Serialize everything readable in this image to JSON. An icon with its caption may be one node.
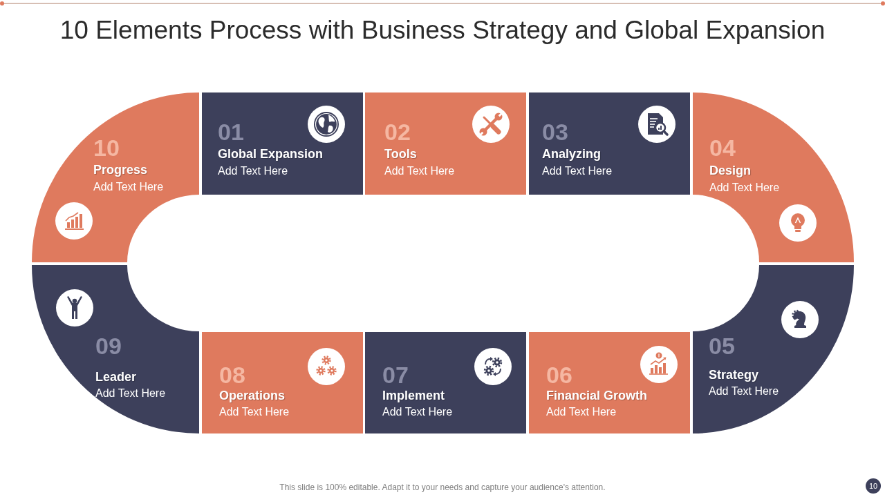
{
  "diagram": {
    "title": "10 Elements Process with Business Strategy and Global Expansion",
    "nodes": [
      {
        "text": [
          "01",
          "Global Expansion",
          "Add Text Here"
        ]
      },
      {
        "text": [
          "02",
          "Tools",
          "Add Text Here"
        ]
      },
      {
        "text": [
          "03",
          "Analyzing",
          "Add Text Here"
        ]
      },
      {
        "text": [
          "04",
          "Design",
          "Add Text Here"
        ]
      },
      {
        "text": [
          "05",
          "Strategy",
          "Add Text Here"
        ]
      },
      {
        "text": [
          "06",
          "Financial Growth",
          "Add Text Here"
        ]
      },
      {
        "text": [
          "07",
          "Implement",
          "Add Text Here"
        ]
      },
      {
        "text": [
          "08",
          "Operations",
          "Add Text Here"
        ]
      },
      {
        "text": [
          "09",
          "Leader",
          "Add Text Here"
        ]
      },
      {
        "text": [
          "10",
          "Progress",
          "Add Text Here"
        ]
      }
    ],
    "labels": [
      "This slide is 100% editable. Adapt it to your needs and capture your audience's attention.",
      "10"
    ]
  }
}
